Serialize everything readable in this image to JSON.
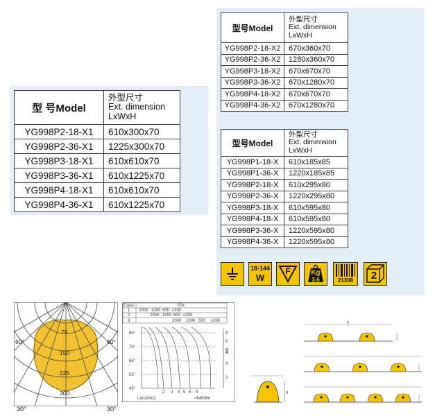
{
  "table1": {
    "header_model": "型 号Model",
    "header_dim": [
      "外型尺寸",
      "Ext. dimension",
      "LxWxH"
    ],
    "rows": [
      [
        "YG998P2-18-X1",
        "610x300x70"
      ],
      [
        "YG998P2-36-X1",
        "1225x300x70"
      ],
      [
        "YG998P3-18-X1",
        "610x610x70"
      ],
      [
        "YG998P3-36-X1",
        "610x1225x70"
      ],
      [
        "YG998P4-18-X1",
        "610x610x70"
      ],
      [
        "YG998P4-36-X1",
        "610x1225x70"
      ]
    ]
  },
  "table2": {
    "header_model": "型号Model",
    "header_dim": [
      "外型尺寸",
      "Ext. dimension",
      "LxWxH"
    ],
    "rows": [
      [
        "YG998P2-18-X2",
        "670x360x70"
      ],
      [
        "YG998P2-36-X2",
        "1280x360x70"
      ],
      [
        "YG998P3-18-X2",
        "670x670x70"
      ],
      [
        "YG998P3-36-X2",
        "670x1280x70"
      ],
      [
        "YG998P4-18-X2",
        "670x670x70"
      ],
      [
        "YG998P4-36-X2",
        "670x1280x70"
      ]
    ]
  },
  "table3": {
    "header_model": "型号Model",
    "header_dim": [
      "外型尺寸",
      "Ext. dimension",
      "LxWxH"
    ],
    "rows": [
      [
        "YG998P1-18-X",
        "610x185x85"
      ],
      [
        "YG998P1-36-X",
        "1220x185x85"
      ],
      [
        "YG998P2-18-X",
        "610x295x80"
      ],
      [
        "YG998P2-36-X",
        "1220x295x80"
      ],
      [
        "YG998P3-18-X",
        "610x595x80"
      ],
      [
        "YG998P4-18-X",
        "610x595x80"
      ],
      [
        "YG998P3-36-X",
        "1220x595x80"
      ],
      [
        "YG998P4-36-X",
        "1220x595x80"
      ]
    ]
  },
  "icons": {
    "ground": "ground-icon",
    "watt_range": "18-144",
    "watt_unit": "W",
    "f_mark": "F",
    "kg_label": "Kg",
    "kg_range": "3-6",
    "barcode_number": "21308",
    "class_number": "2"
  },
  "polar": {
    "rings": [
      "75",
      "150",
      "225",
      "300"
    ],
    "angles_left": [
      "60°",
      "30°"
    ],
    "angles_right": [
      "60°",
      "30°"
    ]
  },
  "glare": {
    "header_class": "Class",
    "header_eh": "E/lx",
    "rows": [
      [
        "1",
        "2000",
        "1000",
        "500",
        "≤300"
      ],
      [
        "2",
        "2000",
        "1000",
        "500",
        "≤300"
      ],
      [
        "3",
        "2000",
        "1000",
        "500",
        "≤300"
      ]
    ],
    "y_ticks": [
      "85°",
      "75°",
      "65°",
      "55°",
      "45°"
    ],
    "x_ticks": [
      "2",
      "3",
      "4",
      "5",
      "6",
      "8"
    ],
    "x_label": "L(kcd/m2)",
    "footnote": "=5400lm",
    "right_ticks": [
      "8",
      "6",
      "4",
      "3",
      "2"
    ],
    "right_label": "a/h"
  },
  "dims": {
    "l": "L",
    "h": "h"
  },
  "colors": {
    "panel": "#e4eef8",
    "icon_yellow": "#f4c400",
    "polar_fill": "#f2c230"
  }
}
